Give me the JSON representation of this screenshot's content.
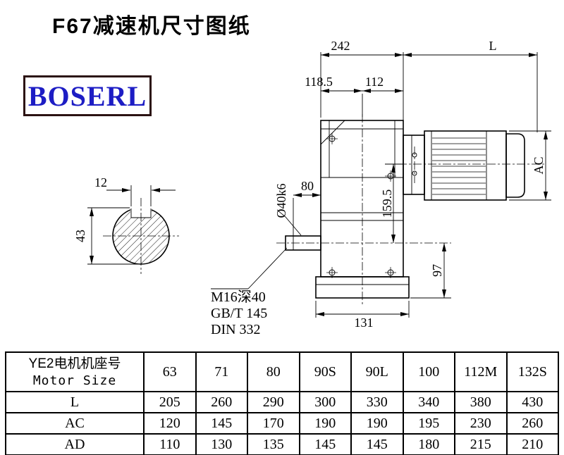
{
  "page": {
    "title": "F67减速机尺寸图纸"
  },
  "logo": {
    "text": "BOSERL"
  },
  "drawing": {
    "dim_242": "242",
    "dim_L": "L",
    "dim_118_5": "118.5",
    "dim_112": "112",
    "dim_80": "80",
    "dim_12": "12",
    "dim_43": "43",
    "shaft_label": "Ø40k6",
    "dim_159_5": "159.5",
    "dim_AC": "AC",
    "dim_97": "97",
    "dim_131": "131",
    "note_m16": "M16深40",
    "note_gbt": "GB/T 145",
    "note_din": "DIN 332"
  },
  "table": {
    "header": {
      "line1": "YE2电机机座号",
      "line2": "Motor Size"
    },
    "motor_sizes": [
      "63",
      "71",
      "80",
      "90S",
      "90L",
      "100",
      "112M",
      "132S"
    ],
    "rows": [
      {
        "label": "L",
        "values": [
          "205",
          "260",
          "290",
          "300",
          "330",
          "340",
          "380",
          "430"
        ]
      },
      {
        "label": "AC",
        "values": [
          "120",
          "145",
          "170",
          "190",
          "190",
          "195",
          "230",
          "260"
        ]
      },
      {
        "label": "AD",
        "values": [
          "110",
          "130",
          "135",
          "145",
          "145",
          "180",
          "215",
          "210"
        ]
      }
    ]
  }
}
